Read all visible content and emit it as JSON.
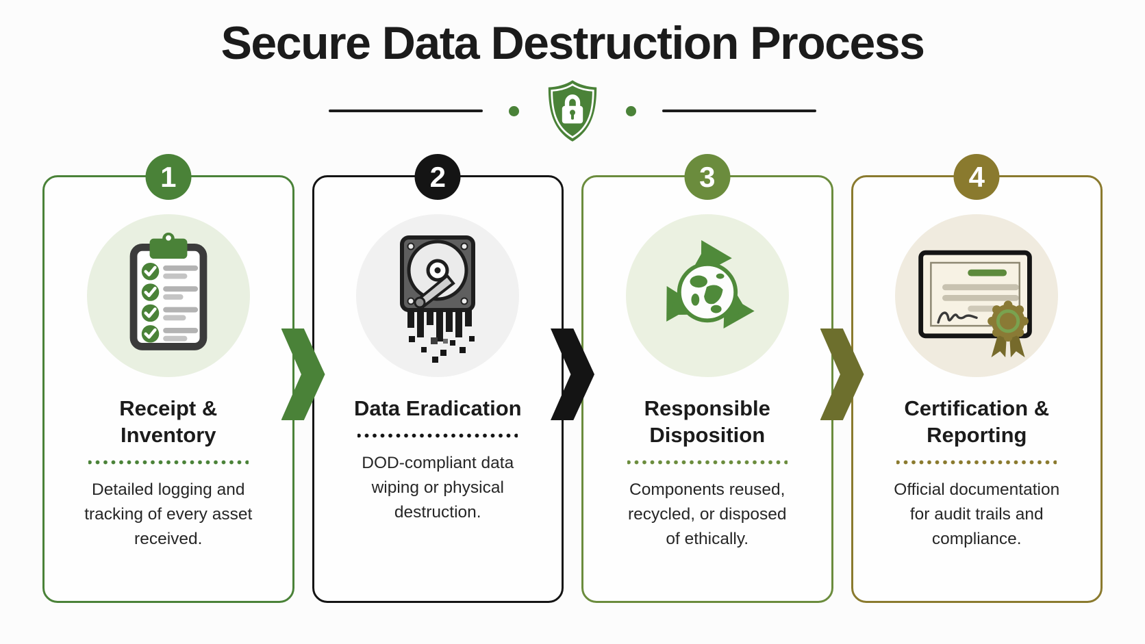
{
  "title": "Secure Data Destruction Process",
  "header_divider": {
    "line_color": "#1c1c1c",
    "dot_color": "#4a8238",
    "shield_icon": "shield-lock-icon",
    "shield_color": "#4a8238"
  },
  "steps": [
    {
      "number": "1",
      "title": "Receipt & Inventory",
      "description": "Detailed logging and tracking of every asset received.",
      "icon": "clipboard-checklist-icon",
      "accent_color": "#4a8238",
      "icon_bg": "#e9f0e1"
    },
    {
      "number": "2",
      "title": "Data Eradication",
      "description": "DOD-compliant data wiping or physical destruction.",
      "icon": "shredded-hard-drive-icon",
      "accent_color": "#141414",
      "icon_bg": "#f1f1f1"
    },
    {
      "number": "3",
      "title": "Responsible Disposition",
      "description": "Components reused, recycled, or disposed of ethically.",
      "icon": "recycle-globe-icon",
      "accent_color": "#6b8c3d",
      "icon_bg": "#ebf1e1"
    },
    {
      "number": "4",
      "title": "Certification & Reporting",
      "description": "Official documentation for audit trails and compliance.",
      "icon": "certificate-ribbon-icon",
      "accent_color": "#8a7a2e",
      "icon_bg": "#f0ebdf"
    }
  ],
  "arrows": [
    {
      "color": "#4a8238"
    },
    {
      "color": "#141414"
    },
    {
      "color": "#6d6f2d"
    }
  ]
}
